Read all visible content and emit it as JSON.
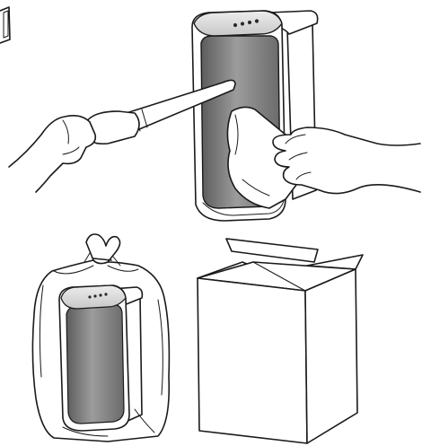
{
  "illustration": {
    "panels": [
      {
        "id": "cleaning-step",
        "depicts": [
          "brush",
          "cloth",
          "hands",
          "appliance"
        ]
      },
      {
        "id": "bagged-appliance",
        "depicts": [
          "plastic-bag",
          "tie",
          "appliance"
        ]
      },
      {
        "id": "shipping-box",
        "depicts": [
          "cardboard-box",
          "open-flaps"
        ]
      }
    ],
    "colors": {
      "line": "#1a1a1a",
      "body_dark": "#5a5a5a",
      "body_mid": "#9a9a9a",
      "body_light": "#cfcfcf",
      "background": "#ffffff"
    }
  }
}
